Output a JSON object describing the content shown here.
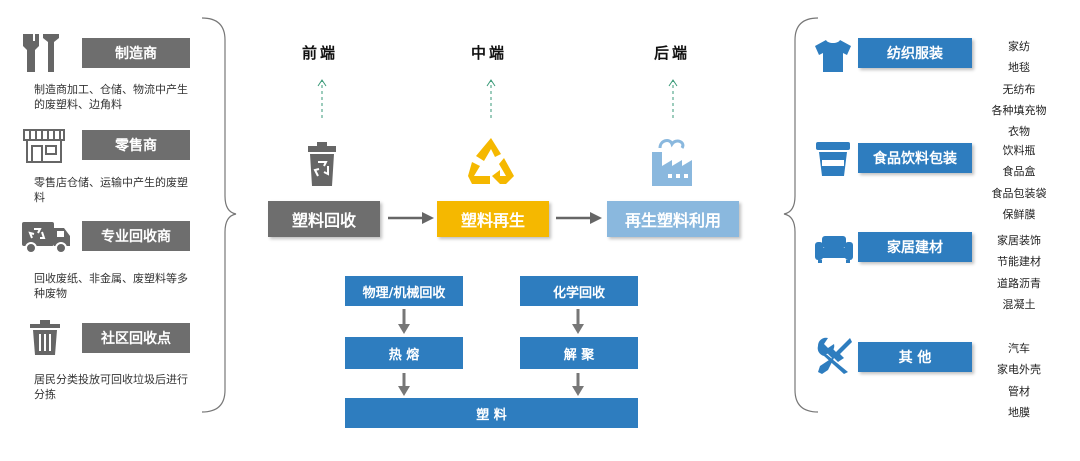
{
  "sources": [
    {
      "label": "制造商",
      "icon": "tools-icon",
      "desc": "制造商加工、仓储、物流中产生的废塑料、边角料"
    },
    {
      "label": "零售商",
      "icon": "store-icon",
      "desc": "零售店仓储、运输中产生的废塑料"
    },
    {
      "label": "专业回收商",
      "icon": "recycling-truck-icon",
      "desc": "回收废纸、非金属、废塑料等多种废物"
    },
    {
      "label": "社区回收点",
      "icon": "trash-bin-icon",
      "desc": "居民分类投放可回收垃圾后进行分拣"
    }
  ],
  "stages": {
    "front": "前端",
    "middle": "中端",
    "back": "后端"
  },
  "main_flow": {
    "recycle": "塑料回收",
    "regen": "塑料再生",
    "use": "再生塑料利用"
  },
  "process": {
    "physical": "物理/机械回收",
    "chemical": "化学回收",
    "melt": "热 熔",
    "decompose": "解 聚",
    "plastic": "塑 料"
  },
  "applications": [
    {
      "label": "纺织服装",
      "icon": "tshirt-icon",
      "items": [
        "家纺",
        "地毯",
        "无纺布",
        "各种填充物",
        "衣物"
      ]
    },
    {
      "label": "食品饮料包装",
      "icon": "cup-icon",
      "items": [
        "饮料瓶",
        "食品盒",
        "食品包装袋",
        "保鲜膜"
      ]
    },
    {
      "label": "家居建材",
      "icon": "sofa-icon",
      "items": [
        "家居装饰",
        "节能建材",
        "道路沥青",
        "混凝土"
      ]
    },
    {
      "label": "其 他",
      "icon": "wrench-screwdriver-icon",
      "items": [
        "汽车",
        "家电外壳",
        "管材",
        "地膜"
      ]
    }
  ],
  "colors": {
    "gray": "#6e6e6e",
    "blue": "#2e7dbf",
    "yellow": "#f5b800",
    "light_blue": "#8ab8de",
    "recycle_green": "#3a9a78"
  }
}
